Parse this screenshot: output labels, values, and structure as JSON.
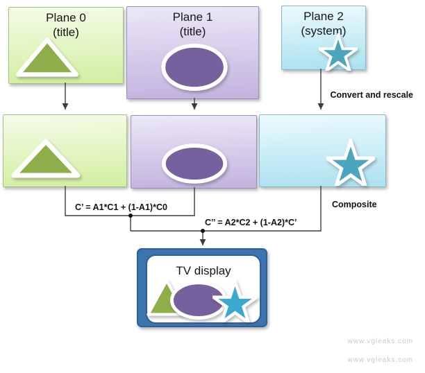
{
  "diagram": {
    "planes": [
      {
        "id": "plane0",
        "title": "Plane 0",
        "subtitle": "(title)",
        "shape": "triangle"
      },
      {
        "id": "plane1",
        "title": "Plane 1",
        "subtitle": "(title)",
        "shape": "ellipse"
      },
      {
        "id": "plane2",
        "title": "Plane 2",
        "subtitle": "(system)",
        "shape": "star"
      }
    ],
    "edge_labels": {
      "convert_rescale": "Convert and rescale",
      "composite": "Composite"
    },
    "formulas": {
      "blend1": "C’ = A1*C1 + (1-A1)*C0",
      "blend2": "C’’ = A2*C2 + (1-A2)*C’"
    },
    "output": {
      "title": "TV display",
      "shapes": [
        "triangle",
        "ellipse",
        "star"
      ]
    },
    "watermarks": [
      "www.vgleaks.com",
      "www.vgleaks.com"
    ]
  },
  "theme": {
    "colors": {
      "text": "#111111",
      "green-top": "#f4fce8",
      "green-bottom": "#d2efa0",
      "green-border": "#a9bc86",
      "green-shape": "#8fae4b",
      "purple-top": "#ece8f7",
      "purple-bottom": "#c2b2de",
      "purple-border": "#988cb4",
      "purple-shape": "#75619e",
      "cyan-top": "#ecfafd",
      "cyan-bottom": "#abe1f0",
      "cyan-border": "#85b9ca",
      "cyan-shape": "#4ba6bd",
      "tv-frame": "#3e74ae",
      "tv-border": "#2d5f9b",
      "tv-star": "#3aa9cf",
      "connector": "#3c3c3c",
      "watermark": "#c9c9c9"
    }
  }
}
